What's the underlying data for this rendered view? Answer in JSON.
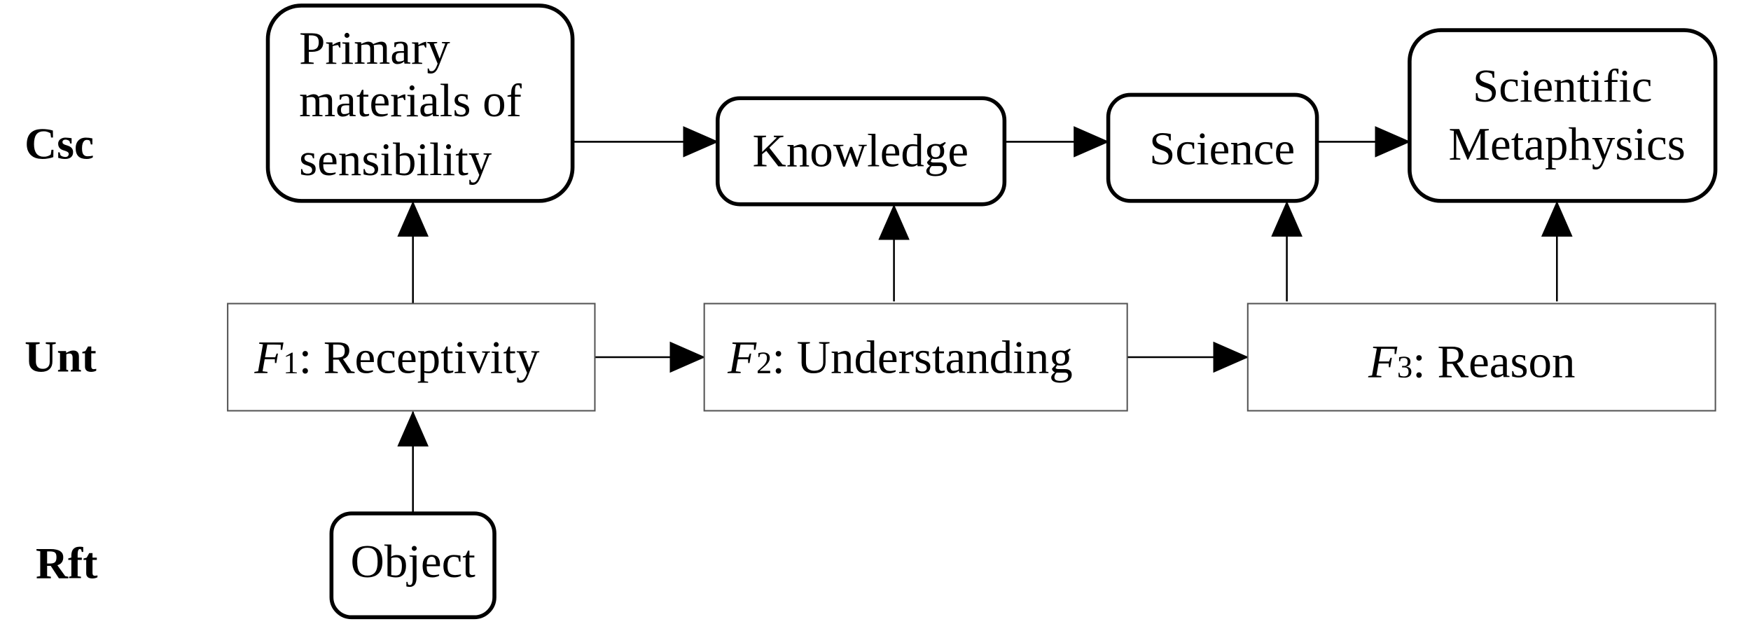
{
  "rows": {
    "csc": "Csc",
    "unt": "Unt",
    "rft": "Rft"
  },
  "nodes": {
    "primary": [
      "Primary",
      "materials of",
      "sensibility"
    ],
    "knowledge": "Knowledge",
    "science": "Science",
    "metaphysics": [
      "Scientific",
      "Metaphysics"
    ],
    "f1": {
      "symbol": "F",
      "sub": "1",
      "label": ": Receptivity"
    },
    "f2": {
      "symbol": "F",
      "sub": "2",
      "label": ": Understanding"
    },
    "f3": {
      "symbol": "F",
      "sub": "3",
      "label": ": Reason"
    },
    "object": "Object"
  }
}
